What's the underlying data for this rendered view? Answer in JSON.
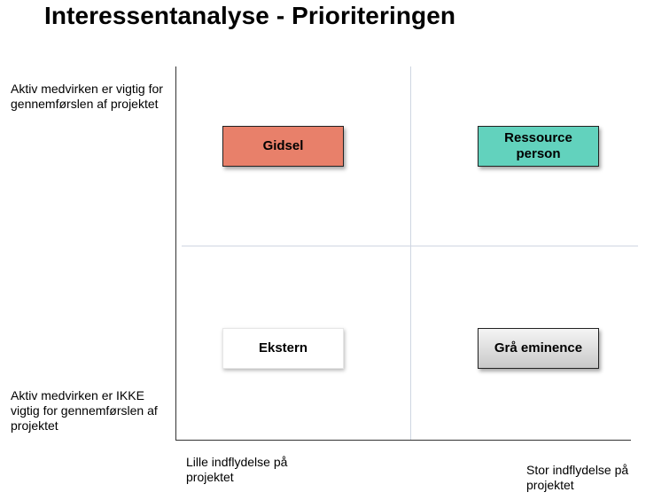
{
  "title": "Interessentanalyse - Prioriteringen",
  "y_axis": {
    "top_label": "Aktiv medvirken er vigtig for gennemførslen af projektet",
    "bottom_label": "Aktiv medvirken er IKKE vigtig for gennemførslen af projektet"
  },
  "x_axis": {
    "left_label": "Lille indflydelse på projektet",
    "right_label": "Stor indflydelse på projektet"
  },
  "quadrants": [
    {
      "position": "top-left",
      "label": "Gidsel",
      "color": "#e8806a"
    },
    {
      "position": "top-right",
      "label": "Ressource person",
      "color": "#62d2bd"
    },
    {
      "position": "bottom-left",
      "label": "Ekstern",
      "color": "#ffffff"
    },
    {
      "position": "bottom-right",
      "label": "Grå eminence",
      "color": "#d9d9d9"
    }
  ]
}
